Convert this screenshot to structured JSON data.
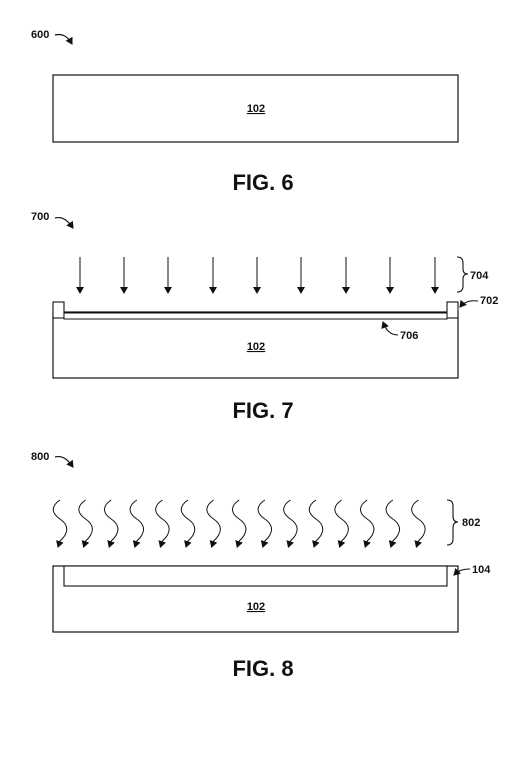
{
  "fig6": {
    "ref_label": "600",
    "substrate_label": "102",
    "caption": "FIG. 6"
  },
  "fig7": {
    "ref_label": "700",
    "arrows_label": "704",
    "pillar_label": "702",
    "layer_label": "706",
    "substrate_label": "102",
    "caption": "FIG. 7"
  },
  "fig8": {
    "ref_label": "800",
    "waves_label": "802",
    "layer_label": "104",
    "substrate_label": "102",
    "caption": "FIG. 8"
  }
}
